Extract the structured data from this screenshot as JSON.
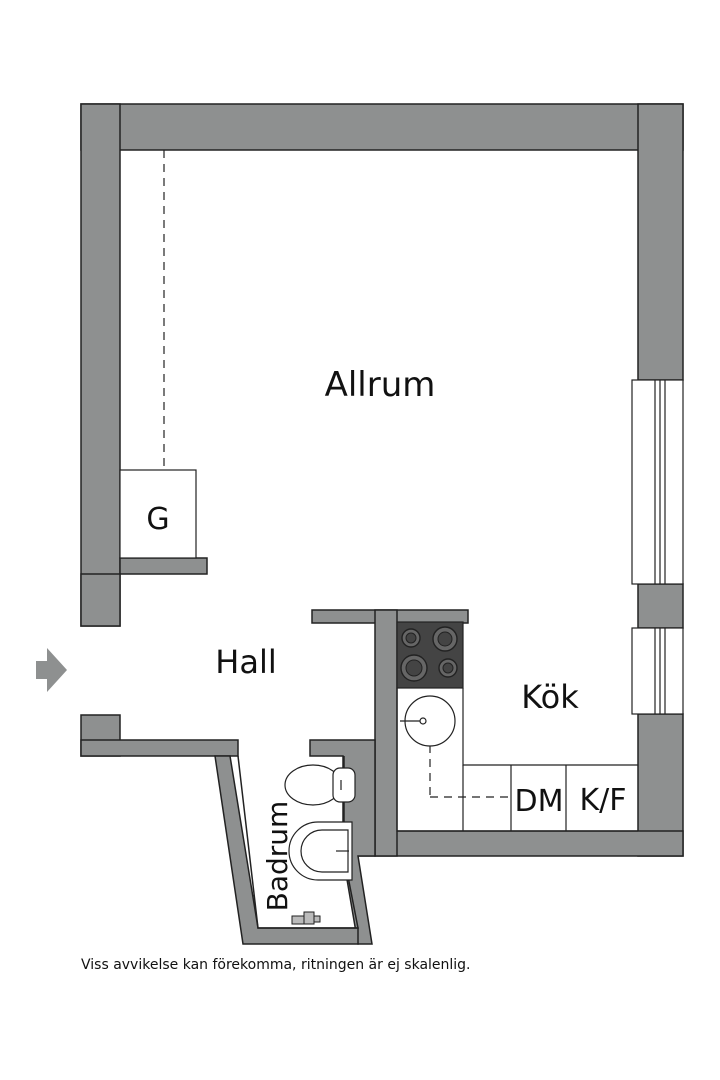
{
  "rooms": {
    "allrum": "Allrum",
    "hall": "Hall",
    "kok": "Kök",
    "badrum": "Badrum",
    "garderob": "G",
    "diskmaskin": "DM",
    "kyl_frys": "K/F"
  },
  "disclaimer": "Viss avvikelse kan förekomma, ritningen är ej skalenlig.",
  "colors": {
    "wall": "#8e9090",
    "line": "#222222",
    "entrance_arrow": "#8e9090"
  },
  "icons": [
    "entrance-arrow-icon",
    "stove-icon",
    "sink-icon",
    "toilet-icon",
    "washbasin-icon",
    "shower-icon"
  ]
}
